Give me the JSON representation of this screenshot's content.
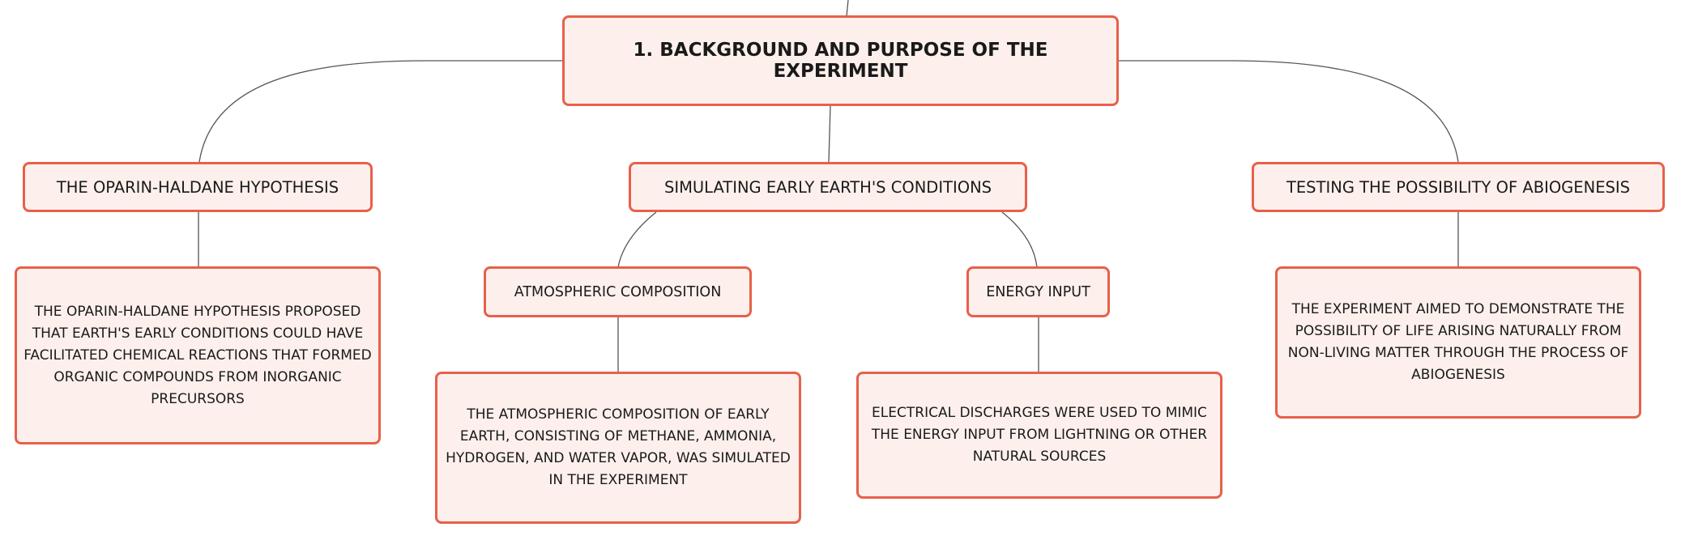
{
  "diagram": {
    "type": "mind-map",
    "colors": {
      "node_border": "#e8604a",
      "node_fill": "#fdf0ec",
      "connector": "#555555",
      "text": "#1a1a1a"
    },
    "root": {
      "label": "1. BACKGROUND AND PURPOSE OF THE EXPERIMENT"
    },
    "topics": [
      {
        "label": "THE OPARIN-HALDANE HYPOTHESIS",
        "detail": "THE OPARIN-HALDANE HYPOTHESIS PROPOSED THAT EARTH'S EARLY CONDITIONS COULD HAVE FACILITATED CHEMICAL REACTIONS THAT FORMED ORGANIC COMPOUNDS FROM INORGANIC PRECURSORS"
      },
      {
        "label": "SIMULATING EARLY EARTH'S CONDITIONS",
        "subtopics": [
          {
            "label": "ATMOSPHERIC COMPOSITION",
            "detail": "THE ATMOSPHERIC COMPOSITION OF EARLY EARTH, CONSISTING OF METHANE, AMMONIA, HYDROGEN, AND WATER VAPOR, WAS SIMULATED IN THE EXPERIMENT"
          },
          {
            "label": "ENERGY INPUT",
            "detail": "ELECTRICAL DISCHARGES WERE USED TO MIMIC THE ENERGY INPUT FROM LIGHTNING OR OTHER NATURAL SOURCES"
          }
        ]
      },
      {
        "label": "TESTING THE POSSIBILITY OF ABIOGENESIS",
        "detail": "THE EXPERIMENT AIMED TO DEMONSTRATE THE POSSIBILITY OF LIFE ARISING NATURALLY FROM NON-LIVING MATTER THROUGH THE PROCESS OF ABIOGENESIS"
      }
    ]
  }
}
